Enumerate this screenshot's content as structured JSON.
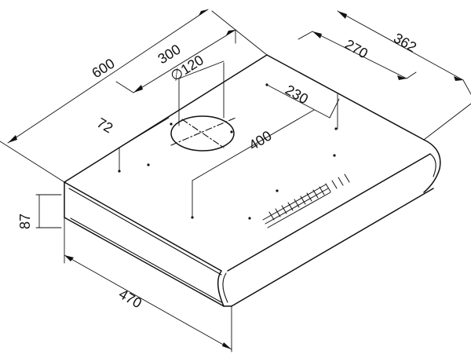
{
  "dimensions": {
    "width_total": "600",
    "width_top": "300",
    "duct_diameter": "∅120",
    "depth_total": "362",
    "depth_offset": "270",
    "hole_spacing_depth": "230",
    "hole_spacing_width": "400",
    "duct_offset": "72",
    "height": "87",
    "depth_bottom": "470"
  },
  "colors": {
    "line": "#111111",
    "background": "#ffffff"
  }
}
